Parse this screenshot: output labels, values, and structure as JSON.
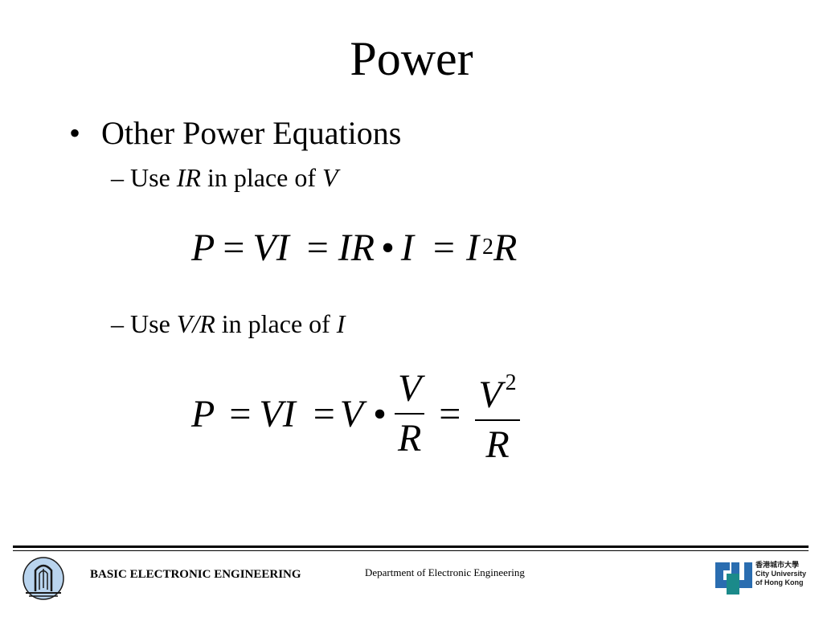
{
  "slide": {
    "title": "Power",
    "bullet": "Other Power Equations",
    "sub1": {
      "prefix": "– Use ",
      "term": "IR",
      "middle": " in place of ",
      "target": "V"
    },
    "sub2": {
      "prefix": "– Use ",
      "term": "V/R",
      "middle": " in place of ",
      "target": "I"
    },
    "eq1": {
      "p": "P",
      "eq": "=",
      "vi": "VI",
      "ir": "IR",
      "dot": "•",
      "i": "I",
      "i2": "I",
      "exp": "2",
      "r": "R"
    },
    "eq2": {
      "p": "P",
      "eq": "=",
      "vi": "VI",
      "v": "V",
      "dot": "•",
      "num1": "V",
      "den1": "R",
      "num2": "V",
      "exp": "2",
      "den2": "R"
    }
  },
  "footer": {
    "course": "BASIC ELECTRONIC ENGINEERING",
    "department": "Department of Electronic Engineering",
    "university_chinese": "香港城市大學",
    "university_line1": "City University",
    "university_line2": "of Hong Kong"
  },
  "colors": {
    "logo_blue": "#2a6db0",
    "logo_teal": "#1b8a8a",
    "logo_light": "#b9d4ee"
  }
}
